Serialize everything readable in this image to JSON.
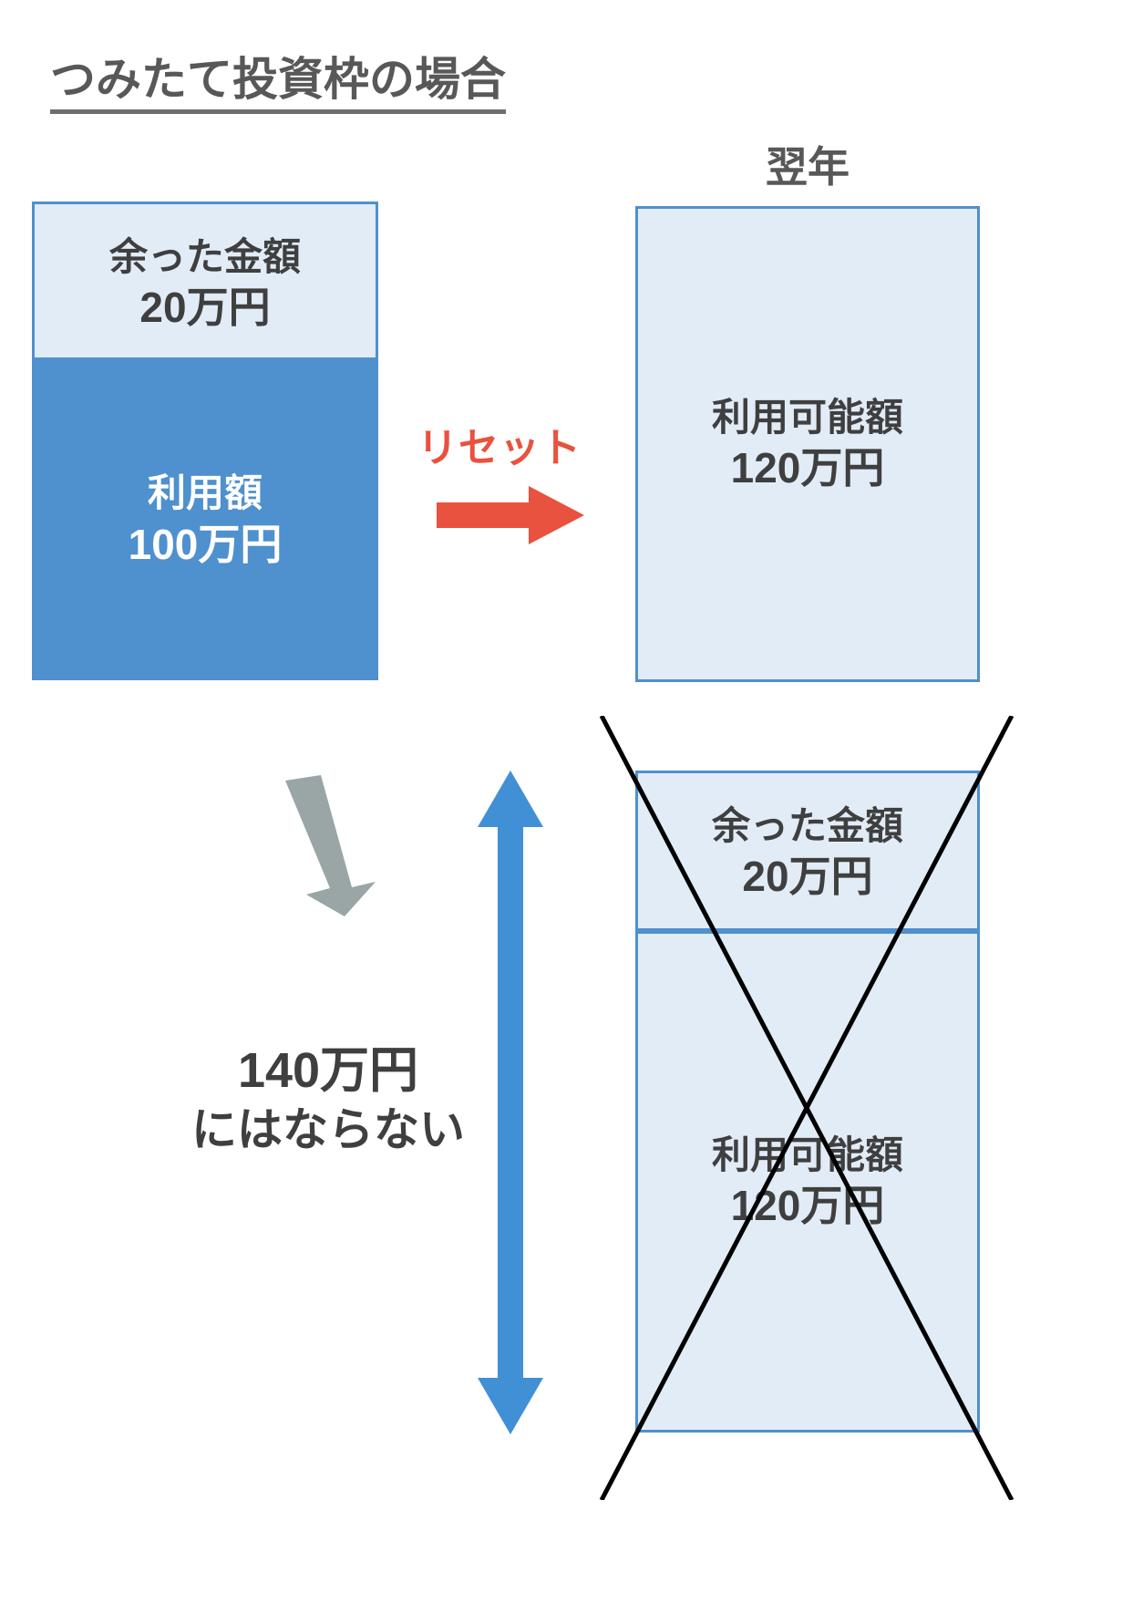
{
  "title": "つみたて投資枠の場合",
  "colors": {
    "accent_blue": "#4F90CE",
    "light_blue": "#E2ECF7",
    "reset_red": "#E8523E",
    "gray_arrow": "#9AA5A6",
    "text_dark": "#3F3F3F",
    "title_gray": "#585858"
  },
  "current_year": {
    "remaining": {
      "label": "余った金額",
      "value": "20万円"
    },
    "used": {
      "label": "利用額",
      "value": "100万円"
    }
  },
  "transition": {
    "reset_label": "リセット",
    "arrow_icon": "arrow-right-icon"
  },
  "next_year": {
    "caption": "翌年",
    "available": {
      "label": "利用可能額",
      "value": "120万円"
    }
  },
  "misconception": {
    "flow_arrow_icon": "arrow-down-right-icon",
    "span_arrow_icon": "double-arrow-vertical-icon",
    "amount": "140万円",
    "note": "にはならない",
    "cross_icon": "cross-out-icon",
    "stack": [
      {
        "label": "余った金額",
        "value": "20万円"
      },
      {
        "label": "利用可能額",
        "value": "120万円"
      }
    ]
  }
}
